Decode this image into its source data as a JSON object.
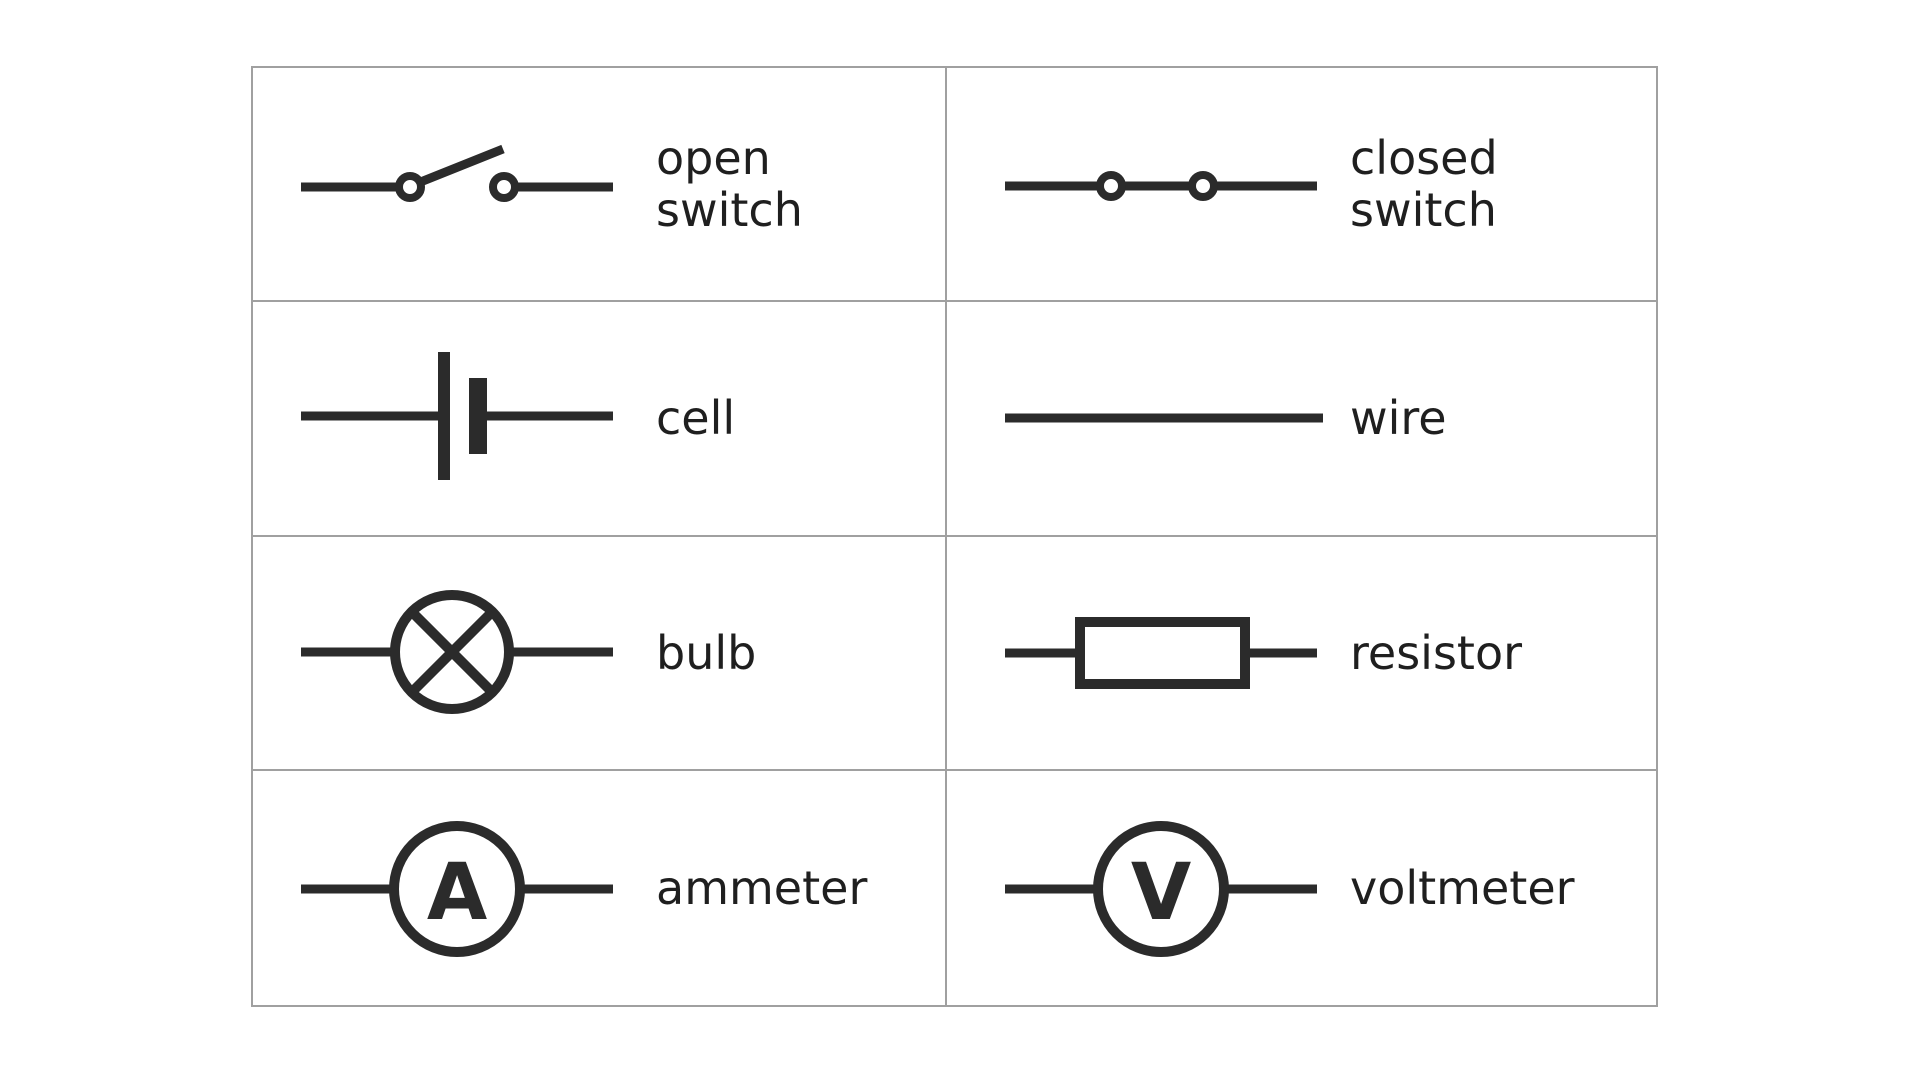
{
  "theme": {
    "page_bg": "#ffffff",
    "grid_color": "#a0a0a0",
    "symbol_color": "#2b2b2b",
    "text_color": "#1f1f1f"
  },
  "table": {
    "description": "circuit symbol legend, 4 rows x 2 columns",
    "cells": [
      {
        "id": "open-switch",
        "lines": [
          "open",
          "switch"
        ]
      },
      {
        "id": "closed-switch",
        "lines": [
          "closed",
          "switch"
        ]
      },
      {
        "id": "cell",
        "lines": [
          "cell"
        ]
      },
      {
        "id": "wire",
        "lines": [
          "wire"
        ]
      },
      {
        "id": "bulb",
        "lines": [
          "bulb"
        ]
      },
      {
        "id": "resistor",
        "lines": [
          "resistor"
        ]
      },
      {
        "id": "ammeter",
        "lines": [
          "ammeter"
        ],
        "letter": "A"
      },
      {
        "id": "voltmeter",
        "lines": [
          "voltmeter"
        ],
        "letter": "V"
      }
    ]
  }
}
